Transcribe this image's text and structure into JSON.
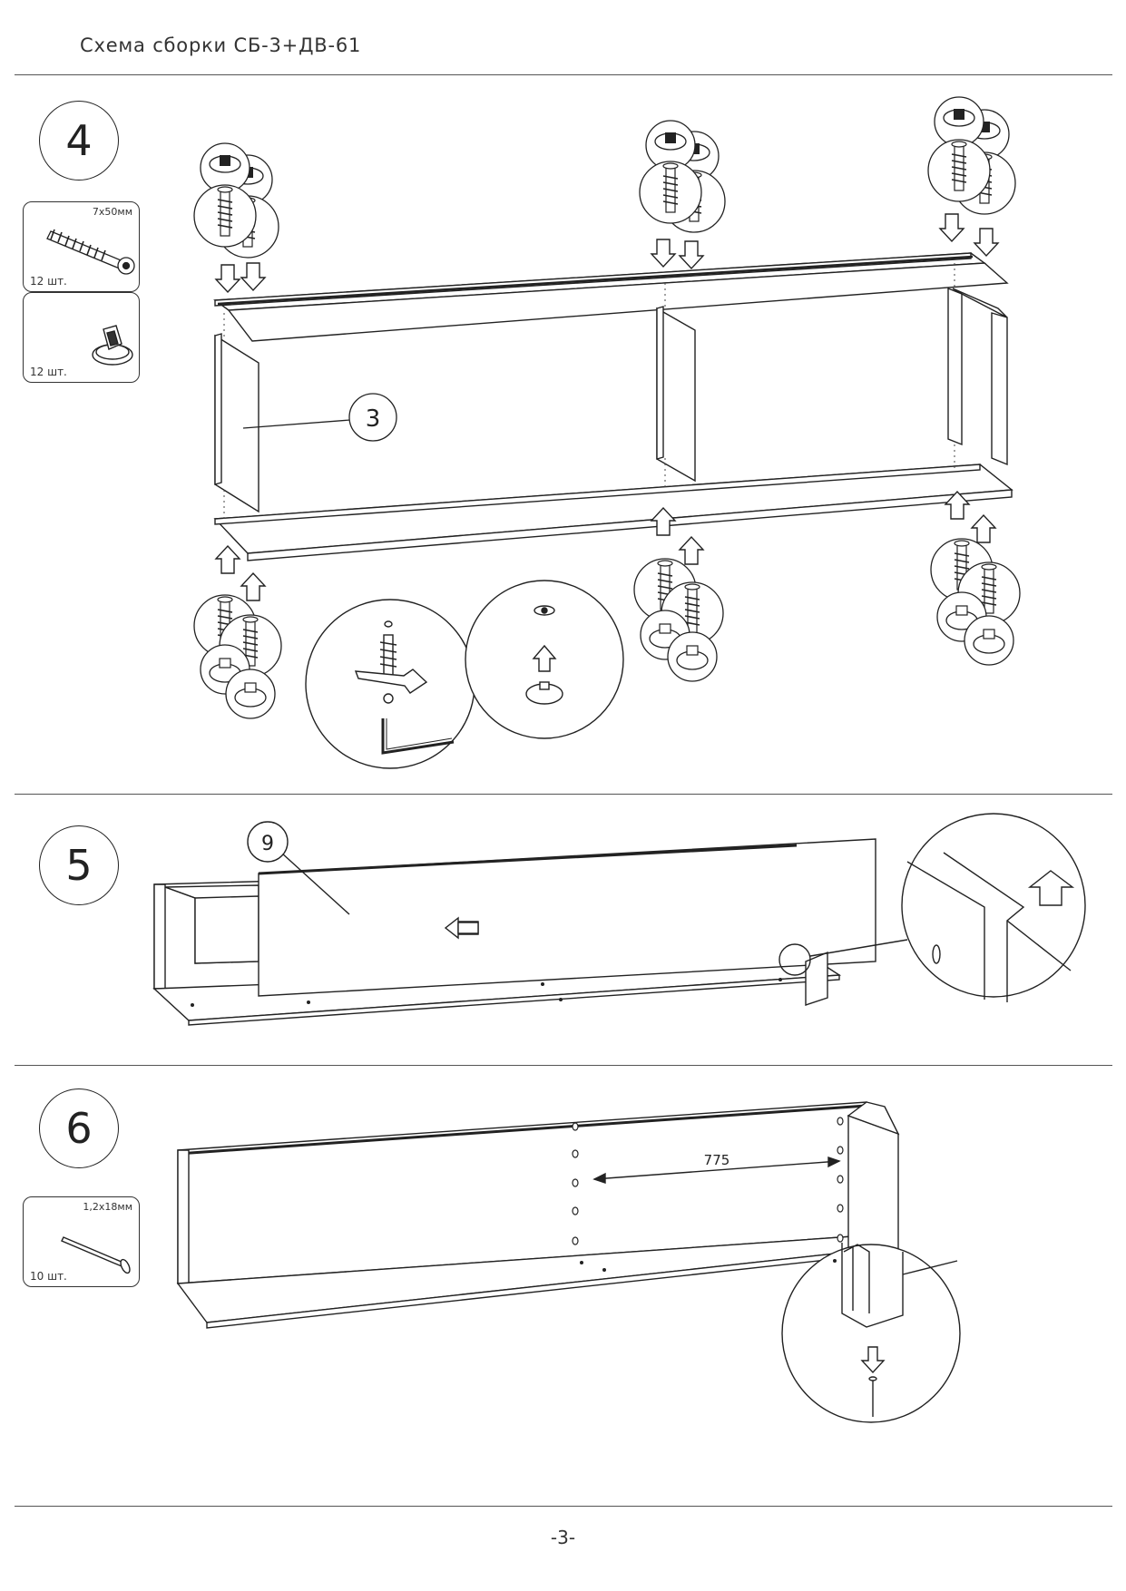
{
  "header": {
    "title": "Схема сборки СБ-3+ДВ-61"
  },
  "steps": {
    "step4": {
      "number": "4",
      "parts": [
        {
          "spec": "7x50мм",
          "qty": "12 шт.",
          "icon": "confirmat-screw-icon"
        },
        {
          "spec": "",
          "qty": "12 шт.",
          "icon": "eccentric-cam-icon"
        }
      ],
      "callouts": {
        "side_panel": "3"
      }
    },
    "step5": {
      "number": "5",
      "callouts": {
        "back_panel": "9"
      }
    },
    "step6": {
      "number": "6",
      "parts": [
        {
          "spec": "1,2x18мм",
          "qty": "10 шт.",
          "icon": "nail-icon"
        }
      ],
      "dimension": "775"
    }
  },
  "footer": {
    "page_number": "-3-"
  }
}
